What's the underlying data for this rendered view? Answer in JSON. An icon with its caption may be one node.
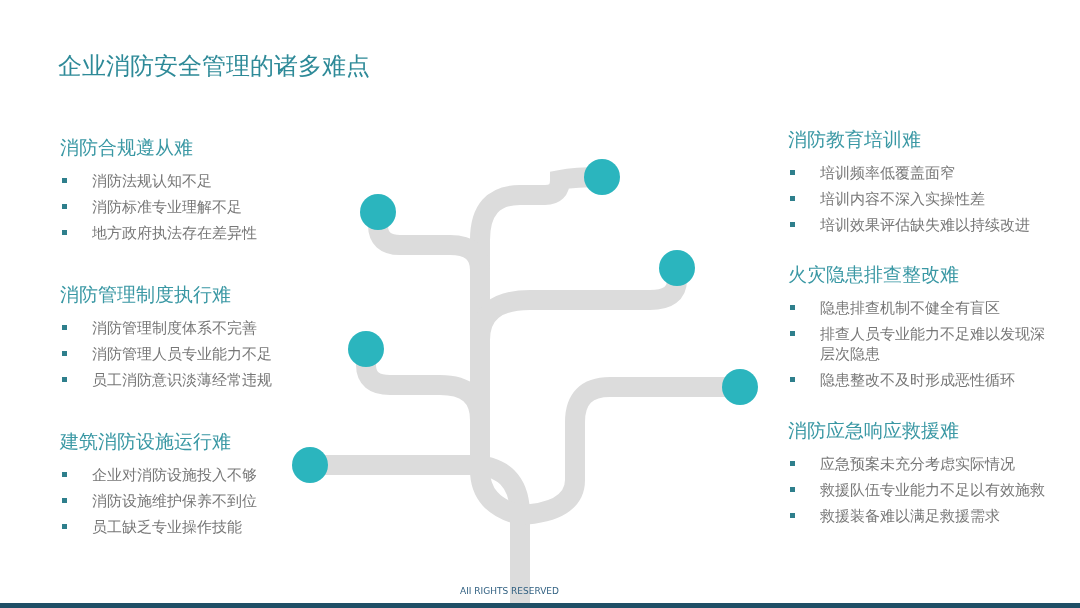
{
  "diagram": {
    "title": "企业消防安全管理的诸多难点",
    "nodes": [
      {
        "text": [
          "消防合规遵从难",
          "消防法规认知不足",
          "消防标准专业理解不足",
          "地方政府执法存在差异性"
        ]
      },
      {
        "text": [
          "消防管理制度执行难",
          "消防管理制度体系不完善",
          "消防管理人员专业能力不足",
          "员工消防意识淡薄经常违规"
        ]
      },
      {
        "text": [
          "建筑消防设施运行难",
          "企业对消防设施投入不够",
          "消防设施维护保养不到位",
          "员工缺乏专业操作技能"
        ]
      },
      {
        "text": [
          "消防教育培训难",
          "培训频率低覆盖面窄",
          "培训内容不深入实操性差",
          "培训效果评估缺失难以持续改进"
        ]
      },
      {
        "text": [
          "火灾隐患排查整改难",
          "隐患排查机制不健全有盲区",
          "排查人员专业能力不足难以发现深层次隐患",
          "隐患整改不及时形成恶性循环"
        ]
      },
      {
        "text": [
          "消防应急响应救援难",
          "应急预案未充分考虑实际情况",
          "救援队伍专业能力不足以有效施救",
          "救援装备难以满足救援需求"
        ]
      }
    ],
    "labels": [
      "AII RIGHTS RESERVED"
    ]
  }
}
